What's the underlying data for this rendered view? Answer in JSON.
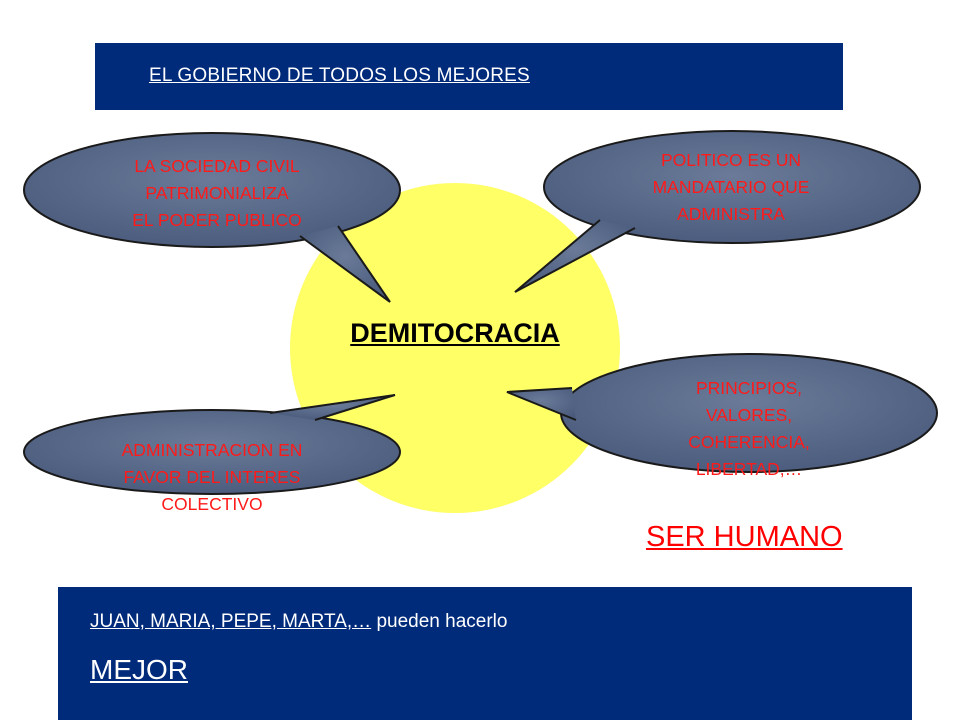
{
  "header": {
    "title": "EL GOBIERNO DE TODOS LOS MEJORES"
  },
  "center": {
    "title": "DEMITOCRACIA"
  },
  "bubbles": {
    "top_left": [
      "LA SOCIEDAD CIVIL",
      "PATRIMONIALIZA",
      "EL PODER PUBLICO"
    ],
    "top_right": [
      "POLITICO ES UN",
      "MANDATARIO QUE",
      "ADMINISTRA"
    ],
    "bottom_left": [
      "ADMINISTRACION EN",
      "FAVOR DEL INTERES",
      "COLECTIVO"
    ],
    "bottom_right": [
      "PRINCIPIOS,",
      "VALORES,",
      "COHERENCIA,",
      "LIBERTAD,…"
    ]
  },
  "ser_humano": "SER HUMANO",
  "footer": {
    "names": "JUAN, MARIA, PEPE, MARTA,…",
    "suffix": " pueden hacerlo",
    "mejor": "MEJOR"
  },
  "colors": {
    "banner": "#002a7a",
    "circle": "#ffff66",
    "bubble": "#5a6b8c",
    "bubble_text": "#ff1a1a",
    "accent_red": "#ff0000"
  }
}
